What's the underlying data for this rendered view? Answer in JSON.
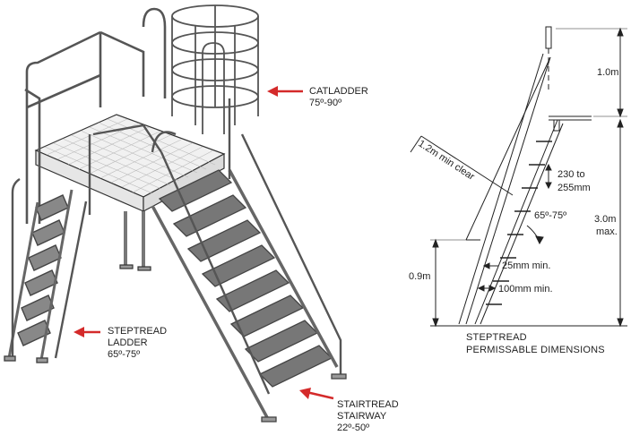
{
  "labels": {
    "catladder": {
      "name": "CATLADDER",
      "angle": "75º-90º"
    },
    "steptread_ladder": {
      "name_line1": "STEPTREAD",
      "name_line2": "LADDER",
      "angle": "65º-75º"
    },
    "stairtread_stairway": {
      "name_line1": "STAIRTREAD",
      "name_line2": "STAIRWAY",
      "angle": "22º-50º"
    }
  },
  "dimensions": {
    "top_height": "1.0m",
    "clearance": "1.2m  min  clear",
    "rung_spacing_line1": "230  to",
    "rung_spacing_line2": "255mm",
    "angle": "65º-75º",
    "total_height_line1": "3.0m",
    "total_height_line2": "max.",
    "rail_height": "0.9m",
    "toe_clear": "25mm  min.",
    "tread_depth": "100mm  min."
  },
  "caption": {
    "line1": "STEPTREAD",
    "line2": "PERMISSABLE DIMENSIONS"
  },
  "colors": {
    "arrow": "#d42a2a",
    "line": "#222222",
    "rail": "#555555"
  }
}
